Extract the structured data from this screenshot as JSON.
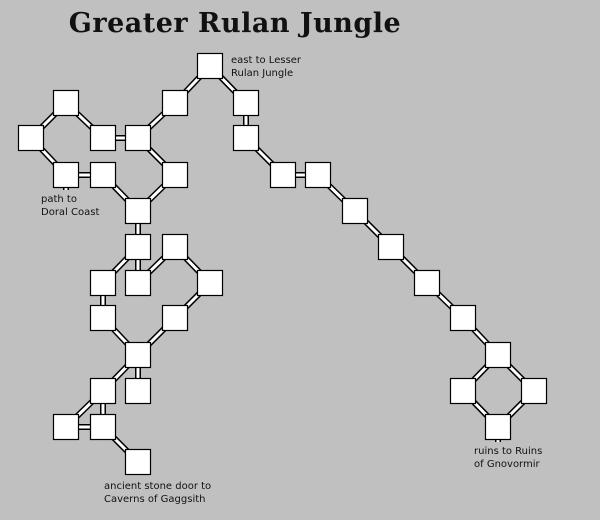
{
  "map": {
    "title": "Greater Rulan Jungle",
    "annotations": [
      {
        "id": "east-exit",
        "lines": [
          "east to Lesser",
          "Rulan Jungle"
        ]
      },
      {
        "id": "doral-path",
        "lines": [
          "path to",
          "Doral Coast"
        ]
      },
      {
        "id": "stone-door",
        "lines": [
          "ancient stone door to",
          "Caverns of Gaggsith"
        ]
      },
      {
        "id": "ruins-exit",
        "lines": [
          "ruins to Ruins",
          "of Gnovormir"
        ]
      }
    ]
  },
  "colors": {
    "background": "#c0c0c0",
    "room_fill": "#ffffff",
    "outline": "#000000"
  }
}
